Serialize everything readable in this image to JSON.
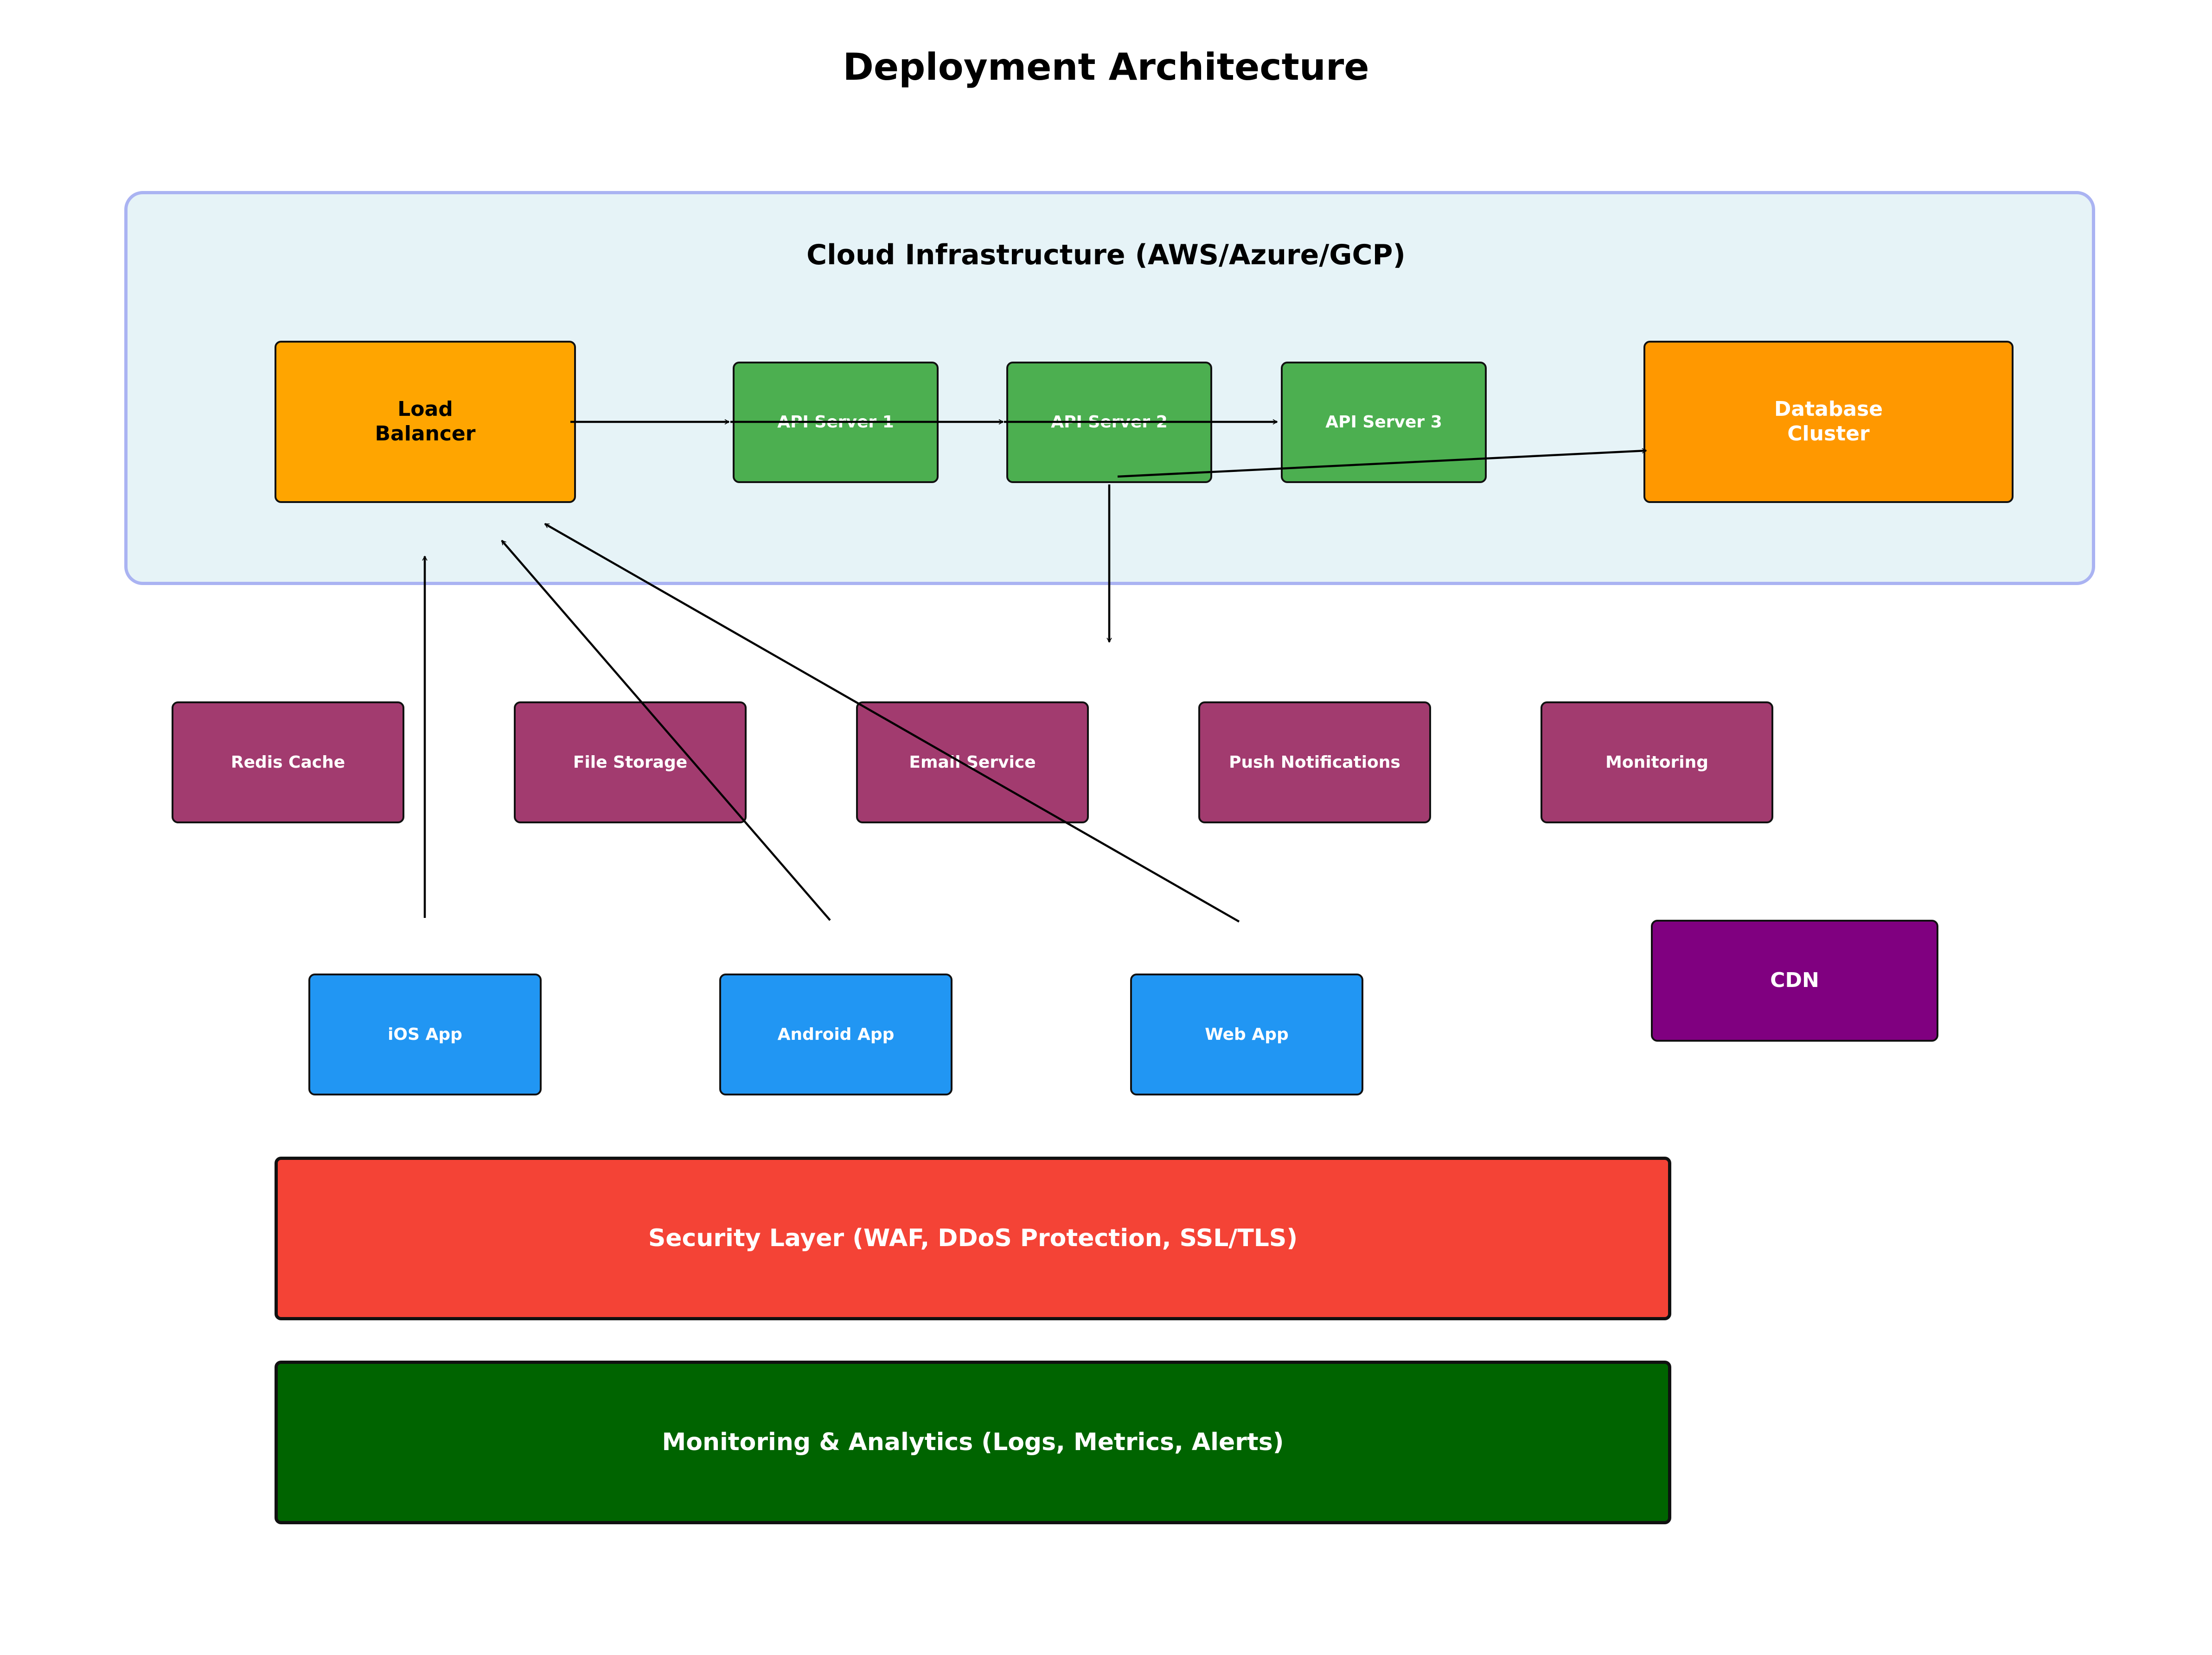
{
  "title": "Deployment Architecture",
  "cloud": {
    "title": "Cloud Infrastructure (AWS/Azure/GCP)"
  },
  "nodes": {
    "load_balancer": {
      "label": "Load\nBalancer",
      "color": "#FFA500"
    },
    "api_server_1": {
      "label": "API Server 1",
      "color": "#4CAF50"
    },
    "api_server_2": {
      "label": "API Server 2",
      "color": "#4CAF50"
    },
    "api_server_3": {
      "label": "API Server 3",
      "color": "#4CAF50"
    },
    "database_cluster": {
      "label": "Database\nCluster",
      "color": "#FF9800"
    },
    "redis_cache": {
      "label": "Redis Cache",
      "color": "#A23B6F"
    },
    "file_storage": {
      "label": "File Storage",
      "color": "#A23B6F"
    },
    "email_service": {
      "label": "Email Service",
      "color": "#A23B6F"
    },
    "push_notifications": {
      "label": "Push Notifications",
      "color": "#A23B6F"
    },
    "monitoring": {
      "label": "Monitoring",
      "color": "#A23B6F"
    },
    "cdn": {
      "label": "CDN",
      "color": "#800080"
    },
    "ios_app": {
      "label": "iOS App",
      "color": "#2196F3"
    },
    "android_app": {
      "label": "Android App",
      "color": "#2196F3"
    },
    "web_app": {
      "label": "Web App",
      "color": "#2196F3"
    }
  },
  "layers": {
    "security": {
      "label": "Security Layer (WAF, DDoS Protection, SSL/TLS)",
      "color": "#F44336"
    },
    "monitoring_analytics": {
      "label": "Monitoring & Analytics (Logs, Metrics, Alerts)",
      "color": "#006400"
    }
  },
  "connections": [
    {
      "from": "load_balancer",
      "to": "api_server_1"
    },
    {
      "from": "api_server_1",
      "to": "api_server_2"
    },
    {
      "from": "api_server_2",
      "to": "api_server_3"
    },
    {
      "from": "api_server_2",
      "to": "database_cluster"
    },
    {
      "from": "api_server_2",
      "to": "email_service"
    },
    {
      "from": "ios_app",
      "to": "load_balancer"
    },
    {
      "from": "android_app",
      "to": "load_balancer"
    },
    {
      "from": "web_app",
      "to": "load_balancer"
    }
  ]
}
